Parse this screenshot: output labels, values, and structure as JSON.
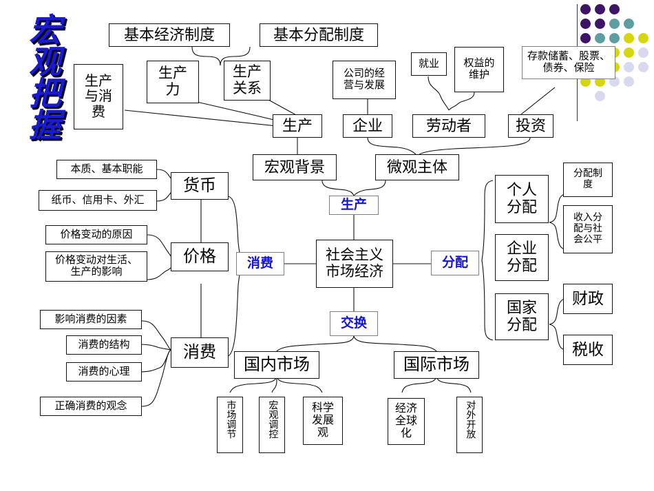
{
  "title": {
    "text": "宏观把握",
    "color": "#1a1ad0"
  },
  "colors": {
    "purple": "#3d1466",
    "teal": "#5f9ea0",
    "yellow": "#d6d60f",
    "lavender": "#d8d8ee",
    "blue_text": "#1414d2",
    "box_border": "#111111",
    "gray_border": "#7f7f7f"
  },
  "nodes": {
    "basic_economic_system": "基本经济制度",
    "basic_distribution_system": "基本分配制度",
    "production_consumption": "生产\n与消\n费",
    "productive_forces": "生产\n力",
    "production_relations": "生产\n关系",
    "company_operation": "公司的经\n营与发展",
    "employment": "就业",
    "rights_protection": "权益的\n维护",
    "savings_stocks": "存款储蓄、股票、\n债券、保险",
    "production": "生产",
    "enterprise": "企业",
    "laborer": "劳动者",
    "investment": "投资",
    "macro_background": "宏观背景",
    "micro_subject": "微观主体",
    "currency_essence": "本质、基本职能",
    "currency_forms": "纸币、信用卡、外汇",
    "currency": "货币",
    "price_reason": "价格变动的原因",
    "price_effect": "价格变动对生活、\n生产的影响",
    "price": "价格",
    "consumption_factors": "影响消费的因素",
    "consumption_structure": "消费的结构",
    "consumption_psychology": "消费的心理",
    "correct_consumption": "正确消费的观念",
    "consumption": "消费",
    "center_production": "生产",
    "center_consumption": "消费",
    "center_distribution": "分配",
    "center_exchange": "交换",
    "socialist_market_economy": "社会主义\n市场经济",
    "personal_distribution": "个人\n分配",
    "enterprise_distribution": "企业\n分配",
    "state_distribution": "国家\n分配",
    "distribution_system": "分配制\n度",
    "income_fairness": "收入分\n配与社\n会公平",
    "finance": "财政",
    "taxation": "税收",
    "domestic_market": "国内市场",
    "international_market": "国际市场",
    "market_regulation": "市场调节",
    "macro_control": "宏观调控",
    "scientific_development": "科学\n发展\n观",
    "economic_globalization": "经济\n全球\n化",
    "opening_up": "对外开放"
  }
}
